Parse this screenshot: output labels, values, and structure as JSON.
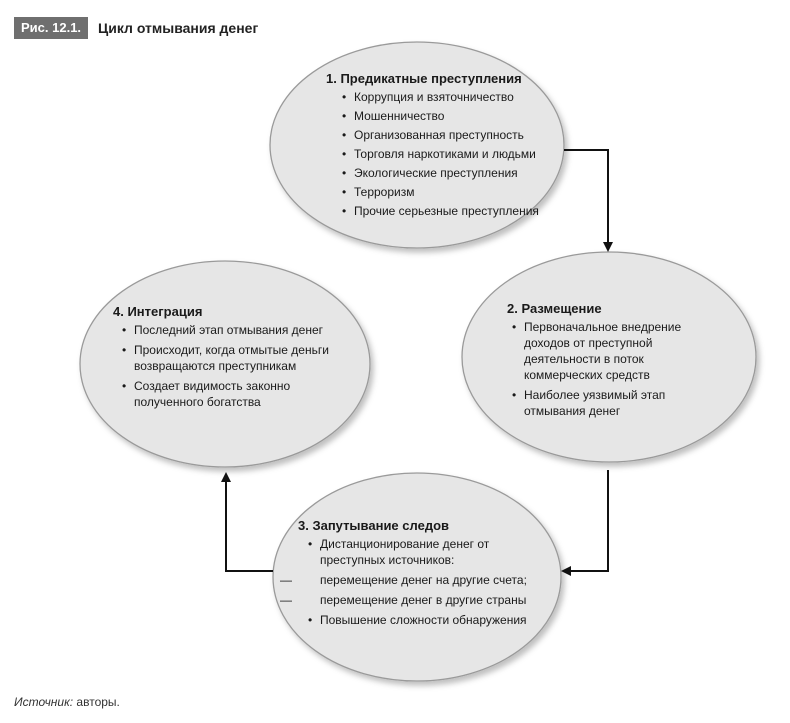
{
  "figure": {
    "label": "Рис. 12.1.",
    "title": "Цикл отмывания денег"
  },
  "nodes": {
    "n1": {
      "title": "1. Предикатные преступления",
      "items": [
        "Коррупция и взяточничество",
        "Мошенничество",
        "Организованная преступность",
        "Торговля наркотиками и людьми",
        "Экологические преступления",
        "Терроризм",
        "Прочие серьезные преступления"
      ]
    },
    "n2": {
      "title": "2. Размещение",
      "items": [
        "Первоначальное внедрение доходов от преступной деятельности в поток коммерческих средств",
        "Наиболее уязвимый этап отмывания денег"
      ]
    },
    "n3": {
      "title": "3. Запутывание следов",
      "items": [
        "Дистанционирование денег от преступных источников:",
        "перемещение денег на другие счета;",
        "перемещение денег в другие страны",
        "Повышение сложности обнаружения"
      ]
    },
    "n4": {
      "title": "4. Интеграция",
      "items": [
        "Последний этап отмывания денег",
        "Происходит, когда отмытые деньги возвращаются преступникам",
        "Создает видимость законно полученного богатства"
      ]
    }
  },
  "source": {
    "label": "Источник:",
    "text": "авторы."
  },
  "colors": {
    "ellipse_fill": "#e6e6e6",
    "ellipse_stroke": "#9a9a9a",
    "arrow": "#111111",
    "label_bg": "#6f6f6f"
  }
}
